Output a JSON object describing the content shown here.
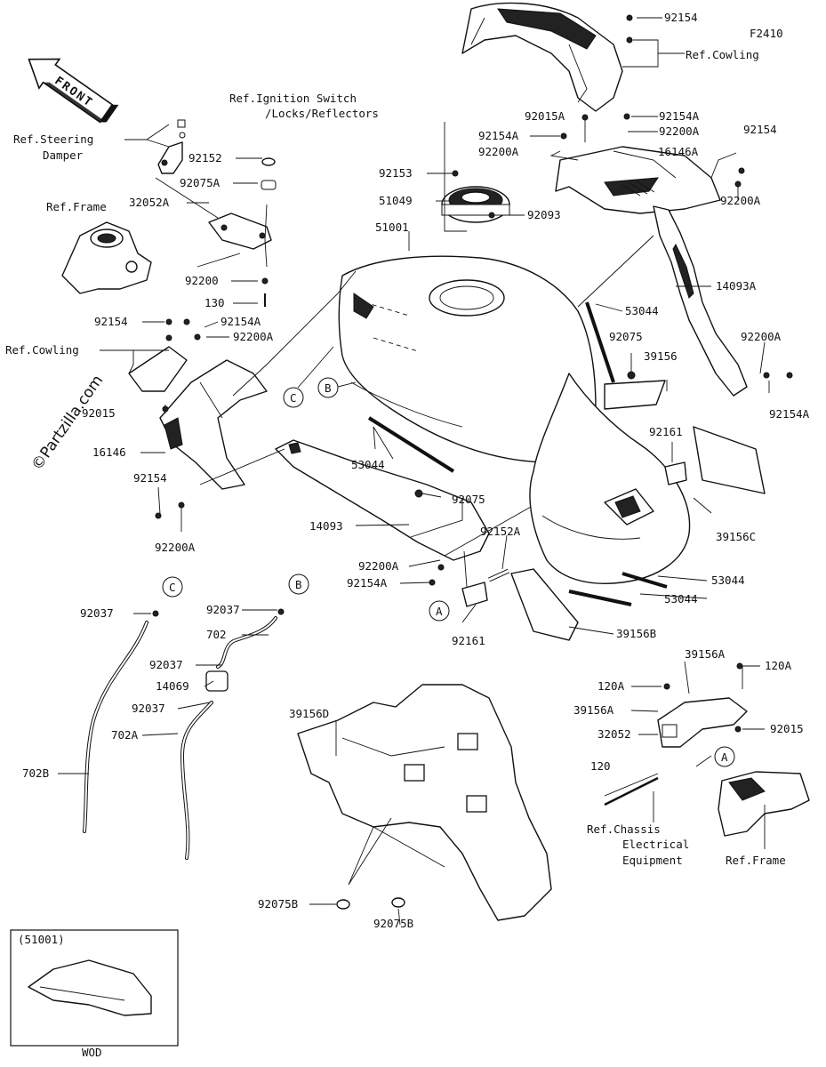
{
  "diagram": {
    "code": "F2410",
    "watermark": "©Partzilla.com",
    "front_arrow": "FRONT",
    "refs": {
      "ignition": "Ref.Ignition Switch",
      "ignition2": "/Locks/Reflectors",
      "steering": "Ref.Steering",
      "steering2": "Damper",
      "frame": "Ref.Frame",
      "cowling_left": "Ref.Cowling",
      "cowling_top": "Ref.Cowling",
      "chassis1": "Ref.Chassis",
      "chassis2": "Electrical",
      "chassis3": "Equipment",
      "frame_right": "Ref.Frame"
    },
    "callout_letters": {
      "A": "A",
      "B": "B",
      "C": "C"
    },
    "inset": {
      "label": "(51001)",
      "model": "WOD"
    },
    "parts": {
      "p92154_top": "92154",
      "p92015A": "92015A",
      "p92154A_a": "92154A",
      "p92200A_a": "92200A",
      "p92154A_b": "92154A",
      "p92200A_b": "92200A",
      "p16146A": "16146A",
      "p92154_r": "92154",
      "p92200A_r": "92200A",
      "p92152": "92152",
      "p92075A": "92075A",
      "p32052A": "32052A",
      "p92200": "92200",
      "p130": "130",
      "p92153": "92153",
      "p51049": "51049",
      "p92093": "92093",
      "p51001": "51001",
      "p14093A": "14093A",
      "p53044_r": "53044",
      "p92075_r": "92075",
      "p39156": "39156",
      "p92200A_r2": "92200A",
      "p92154A_r2": "92154A",
      "p92154_l": "92154",
      "p92154A_l": "92154A",
      "p92200A_l": "92200A",
      "p92015_l": "92015",
      "p16146": "16146",
      "p92154_l2": "92154",
      "p92200A_l2": "92200A",
      "p53044_l": "53044",
      "p92075_c": "92075",
      "p14093": "14093",
      "p92161_r": "92161",
      "p39156C": "39156C",
      "p92152A": "92152A",
      "p92200A_c": "92200A",
      "p92154A_c": "92154A",
      "p92161_c": "92161",
      "p53044_b1": "53044",
      "p53044_b2": "53044",
      "p39156B": "39156B",
      "p92037_c": "92037",
      "p702B": "702B",
      "p92037_b1": "92037",
      "p702": "702",
      "p92037_b2": "92037",
      "p14069": "14069",
      "p92037_b3": "92037",
      "p702A": "702A",
      "p39156D": "39156D",
      "p92075B_1": "92075B",
      "p92075B_2": "92075B",
      "p39156A_1": "39156A",
      "p120A_1": "120A",
      "p120A_2": "120A",
      "p39156A_2": "39156A",
      "p32052": "32052",
      "p92015_r": "92015",
      "p120": "120"
    }
  }
}
